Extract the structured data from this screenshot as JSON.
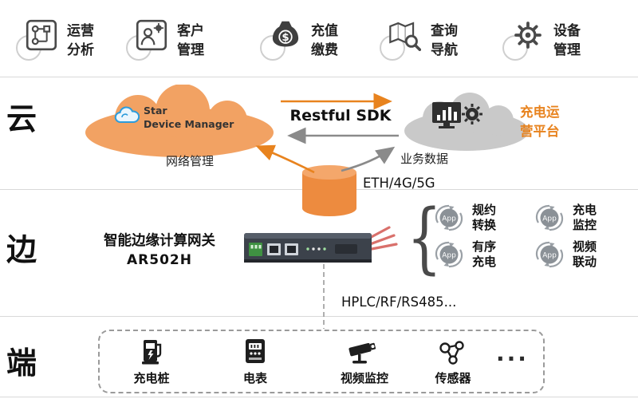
{
  "top_apps": [
    {
      "icon": "analysis-icon",
      "label": "运营\n分析"
    },
    {
      "icon": "customer-icon",
      "label": "客户\n管理"
    },
    {
      "icon": "recharge-icon",
      "label": "充值\n缴费"
    },
    {
      "icon": "navigation-icon",
      "label": "查询\n导航"
    },
    {
      "icon": "device-mgmt-icon",
      "label": "设备\n管理"
    }
  ],
  "layer_labels": {
    "cloud": "云",
    "edge": "边",
    "terminal": "端"
  },
  "cloud": {
    "sdm_line1": "Star",
    "sdm_line2": "Device Manager",
    "restful_sdk": "Restful SDK",
    "platform_label": "充电运\n营平台",
    "network_mgmt": "网络管理",
    "business_data": "业务数据",
    "uplink": "ETH/4G/5G"
  },
  "edge": {
    "gateway_name": "智能边缘计算网关",
    "gateway_model": "AR502H",
    "brace": "{",
    "apps": [
      {
        "badge": "App",
        "label": "规约\n转换"
      },
      {
        "badge": "App",
        "label": "充电\n监控"
      },
      {
        "badge": "App",
        "label": "有序\n充电"
      },
      {
        "badge": "App",
        "label": "视频\n联动"
      }
    ],
    "downlink": "HPLC/RF/RS485..."
  },
  "terminal": {
    "devices": [
      {
        "icon": "charging-pile-icon",
        "label": "充电桩"
      },
      {
        "icon": "meter-icon",
        "label": "电表"
      },
      {
        "icon": "camera-icon",
        "label": "视频监控"
      },
      {
        "icon": "sensor-icon",
        "label": "传感器"
      }
    ],
    "more": "..."
  },
  "colors": {
    "accent_orange": "#ED8B3F",
    "orange_light": "#F4A76B",
    "cloud_gray": "#C9C9C9",
    "arrow_gray": "#8A8A8A",
    "antenna_pink": "#D9706B",
    "text_dark": "#111111"
  }
}
